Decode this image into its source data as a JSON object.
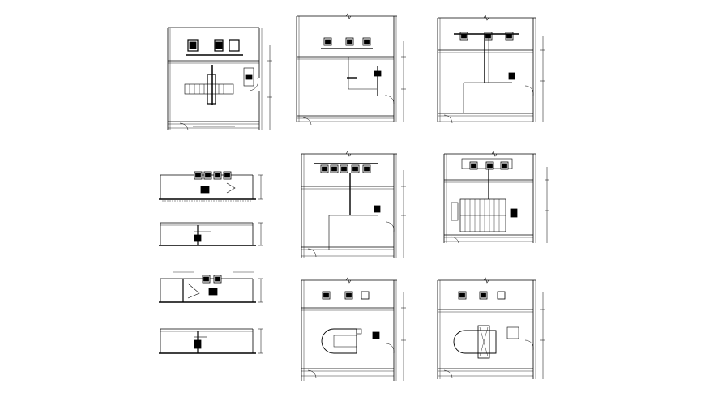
{
  "sheet": {
    "background": "#ffffff",
    "line_color": "#000000",
    "drawings": [
      {
        "id": "plan-a",
        "kind": "plan",
        "fixtures": [
          "wc",
          "wc",
          "lav"
        ],
        "equipment": "rack",
        "caption": "",
        "dim_text": ""
      },
      {
        "id": "plan-b",
        "kind": "plan",
        "fixtures": [
          "wc",
          "wc",
          "wc"
        ],
        "equipment": "piping",
        "caption": "",
        "dim_text": ""
      },
      {
        "id": "plan-c",
        "kind": "plan",
        "fixtures": [
          "wc",
          "wc",
          "wc"
        ],
        "equipment": "piping",
        "caption": "",
        "dim_text": ""
      },
      {
        "id": "plan-d",
        "kind": "plan",
        "fixtures": [
          "wc",
          "wc",
          "wc",
          "wc",
          "wc"
        ],
        "equipment": "piping",
        "caption": "",
        "dim_text": ""
      },
      {
        "id": "plan-e",
        "kind": "plan",
        "fixtures": [
          "wc",
          "wc",
          "wc"
        ],
        "equipment": "stairs",
        "caption": "",
        "dim_text": ""
      },
      {
        "id": "plan-f",
        "kind": "plan",
        "fixtures": [
          "wc",
          "wc",
          "lav"
        ],
        "equipment": "tank",
        "caption": "",
        "dim_text": ""
      },
      {
        "id": "plan-g",
        "kind": "plan",
        "fixtures": [
          "wc",
          "wc",
          "lav"
        ],
        "equipment": "tank-detail",
        "caption": "",
        "dim_text": ""
      },
      {
        "id": "elev-a",
        "kind": "elevation",
        "caption": ""
      },
      {
        "id": "elev-b",
        "kind": "elevation",
        "caption": ""
      },
      {
        "id": "elev-c",
        "kind": "elevation",
        "caption": ""
      },
      {
        "id": "elev-d",
        "kind": "elevation",
        "caption": ""
      }
    ],
    "page_notes": [
      "",
      ""
    ]
  }
}
